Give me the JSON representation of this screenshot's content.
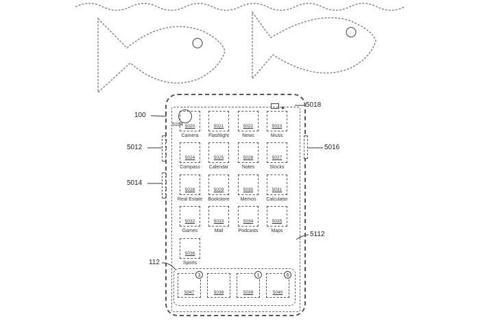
{
  "refs": {
    "r100": "100",
    "r5012": "5012",
    "r5014": "5014",
    "r5016": "5016",
    "r5018": "5018",
    "r5112": "5112",
    "r112": "112",
    "r5104": "5104"
  },
  "apps": [
    {
      "code": "5020",
      "label": "Camera"
    },
    {
      "code": "5021",
      "label": "Flashlight"
    },
    {
      "code": "5022",
      "label": "News"
    },
    {
      "code": "5023",
      "label": "Music"
    },
    {
      "code": "5024",
      "label": "Compass"
    },
    {
      "code": "5025",
      "label": "Calendar"
    },
    {
      "code": "5026",
      "label": "Notes"
    },
    {
      "code": "5027",
      "label": "Stocks"
    },
    {
      "code": "5028",
      "label": "Real Estate"
    },
    {
      "code": "5029",
      "label": "Bookstore"
    },
    {
      "code": "5030",
      "label": "Memos"
    },
    {
      "code": "5031",
      "label": "Calculator"
    },
    {
      "code": "5032",
      "label": "Games"
    },
    {
      "code": "5033",
      "label": "Mail"
    },
    {
      "code": "5034",
      "label": "Podcasts"
    },
    {
      "code": "5035",
      "label": "Maps"
    },
    {
      "code": "5036",
      "label": "Sports"
    }
  ],
  "dock": [
    {
      "code": "5047",
      "badge": "3"
    },
    {
      "code": "5038",
      "badge": ""
    },
    {
      "code": "5039",
      "badge": "1"
    },
    {
      "code": "5040",
      "badge": "6"
    }
  ]
}
